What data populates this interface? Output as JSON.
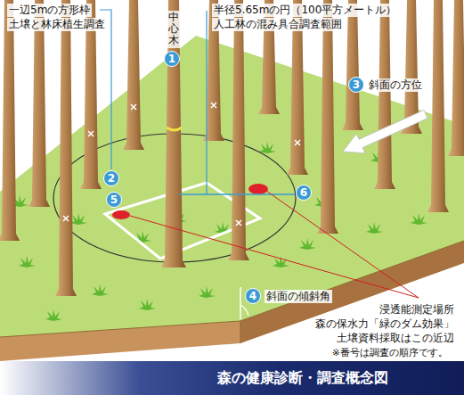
{
  "diagram": {
    "title": "森の健康診断・調査概念図",
    "nodes": [
      {
        "text": [
          "1"
        ]
      },
      {
        "text": [
          "2"
        ]
      },
      {
        "text": [
          "3"
        ]
      },
      {
        "text": [
          "4"
        ]
      },
      {
        "text": [
          "5"
        ]
      },
      {
        "text": [
          "6"
        ]
      }
    ],
    "labels": [
      "一辺5mの方形枠",
      "土壌と林床植生調査",
      "中心木",
      "半径5.65mの円（100平方メートル）",
      "人工林の混み具合調査範囲",
      "斜面の方位",
      "斜面の傾斜角",
      "浸透能測定場所",
      "森の保水力「緑のダム効果」",
      "土壌資料採取はこの近辺",
      "※番号は調査の順序です。"
    ]
  }
}
